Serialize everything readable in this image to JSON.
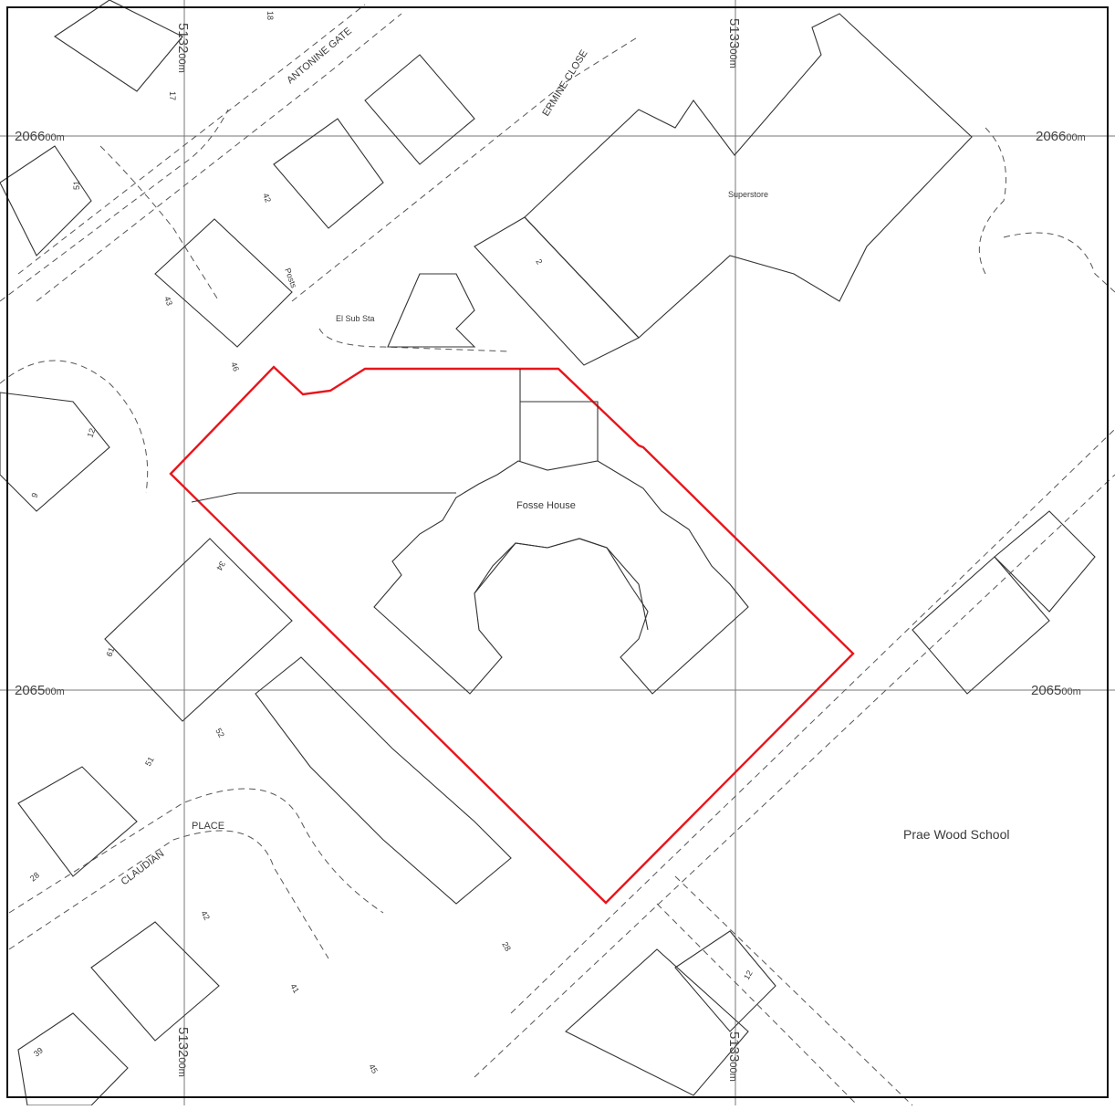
{
  "grid": {
    "easting_1": {
      "big": "5132",
      "small": "00m"
    },
    "easting_2": {
      "big": "5133",
      "small": "00m"
    },
    "northing_1": {
      "big": "2066",
      "small": "00m"
    },
    "northing_2": {
      "big": "2065",
      "small": "00m"
    }
  },
  "labels": {
    "antonine_gate": "ANTONINE GATE",
    "ermine_close": "ERMINE CLOSE",
    "claudian": "CLAUDIAN",
    "place": "PLACE",
    "superstore": "Superstore",
    "el_sub_sta": "El Sub Sta",
    "fosse_house": "Fosse House",
    "prae_wood_school": "Prae Wood School",
    "posts": "Posts"
  },
  "house_numbers": {
    "n18": "18",
    "n17": "17",
    "n51a": "51",
    "n42a": "42",
    "n43": "43",
    "n46": "46",
    "n12a": "12",
    "n9": "9",
    "n2": "2",
    "n34": "34",
    "n61": "61",
    "n52": "52",
    "n51b": "51",
    "n28a": "28",
    "n42b": "42",
    "n41": "41",
    "n28b": "28",
    "n12b": "12",
    "n39": "39",
    "n45": "45"
  },
  "colors": {
    "site_boundary": "#e8151b",
    "linework": "#333333",
    "background": "#ffffff"
  }
}
